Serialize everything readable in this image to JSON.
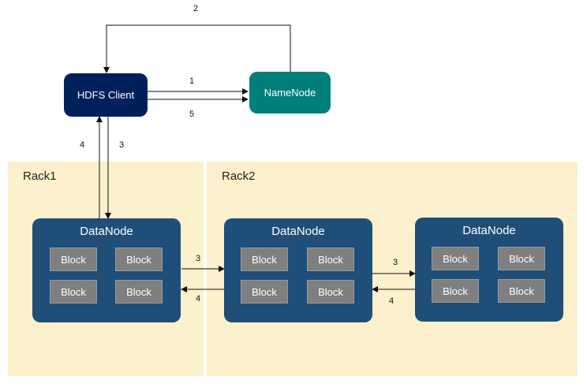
{
  "client": {
    "label": "HDFS Client"
  },
  "namenode": {
    "label": "NameNode"
  },
  "racks": [
    {
      "label": "Rack1"
    },
    {
      "label": "Rack2"
    }
  ],
  "datanodes": [
    {
      "title": "DataNode",
      "blocks": [
        "Block",
        "Block",
        "Block",
        "Block"
      ]
    },
    {
      "title": "DataNode",
      "blocks": [
        "Block",
        "Block",
        "Block",
        "Block"
      ]
    },
    {
      "title": "DataNode",
      "blocks": [
        "Block",
        "Block",
        "Block",
        "Block"
      ]
    }
  ],
  "edges": {
    "top_loop": "2",
    "client_to_namenode_1": "1",
    "client_to_namenode_5": "5",
    "datanode_to_client": "4",
    "client_to_datanode": "3",
    "dn1_to_dn2": "3",
    "dn2_to_dn1": "4",
    "dn2_to_dn3": "3",
    "dn3_to_dn2": "4"
  },
  "colors": {
    "rack_bg": "#fdf0cc",
    "client_bg": "#00205b",
    "namenode_bg": "#007f7b",
    "datanode_bg": "#1f4e79",
    "block_bg": "#7f7f7f"
  }
}
